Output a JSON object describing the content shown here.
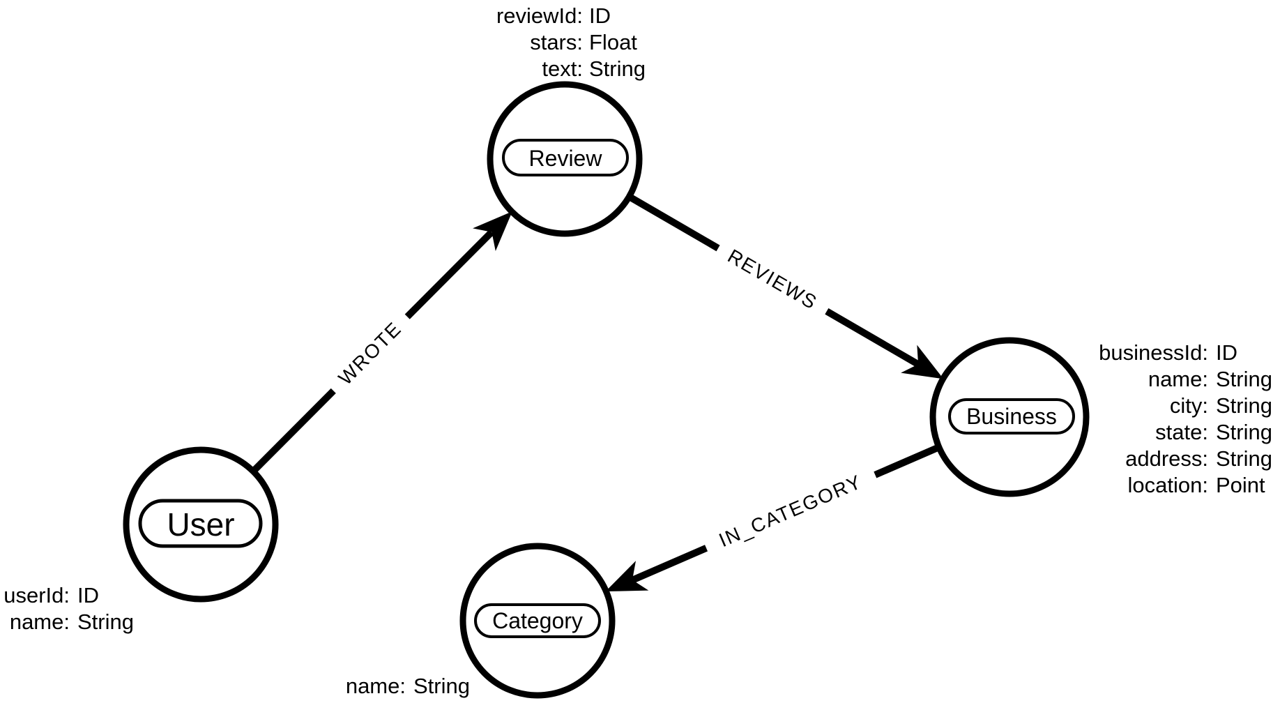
{
  "diagram": {
    "background_color": "#ffffff",
    "ink_color": "#000000",
    "nodes": [
      {
        "id": "user",
        "caption": "User",
        "properties": [
          {
            "key": "userId:",
            "type": "ID"
          },
          {
            "key": "name:",
            "type": "String"
          }
        ]
      },
      {
        "id": "review",
        "caption": "Review",
        "properties": [
          {
            "key": "reviewId:",
            "type": "ID"
          },
          {
            "key": "stars:",
            "type": "Float"
          },
          {
            "key": "text:",
            "type": "String"
          }
        ]
      },
      {
        "id": "business",
        "caption": "Business",
        "properties": [
          {
            "key": "businessId:",
            "type": "ID"
          },
          {
            "key": "name:",
            "type": "String"
          },
          {
            "key": "city:",
            "type": "String"
          },
          {
            "key": "state:",
            "type": "String"
          },
          {
            "key": "address:",
            "type": "String"
          },
          {
            "key": "location:",
            "type": "Point"
          }
        ]
      },
      {
        "id": "category",
        "caption": "Category",
        "properties": [
          {
            "key": "name:",
            "type": "String"
          }
        ]
      }
    ],
    "relationships": [
      {
        "type": "WROTE",
        "from": "user",
        "to": "review"
      },
      {
        "type": "REVIEWS",
        "from": "review",
        "to": "business"
      },
      {
        "type": "IN_CATEGORY",
        "from": "business",
        "to": "category"
      }
    ]
  }
}
